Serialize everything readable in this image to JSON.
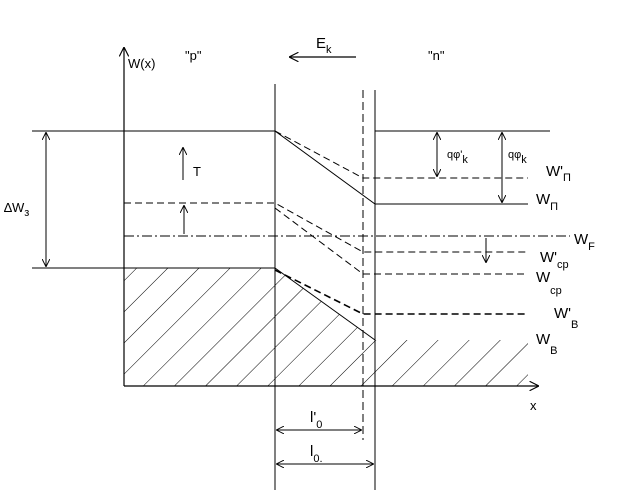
{
  "diagram": {
    "axis_w_label": "W(x)",
    "axis_x_label": "x",
    "region_p_label": "\"p\"",
    "region_n_label": "\"n\"",
    "field": {
      "base": "E",
      "sub": "k"
    },
    "delta_w": {
      "base": "∆W",
      "sub": "з"
    },
    "temp_label": "T",
    "q_phi_prime_k": {
      "base": "qφ'",
      "sub": "k"
    },
    "q_phi_k": {
      "base": "qφ",
      "sub": "k"
    },
    "levels": {
      "w_pi_prime": {
        "base": "W'",
        "sub": "П"
      },
      "w_pi": {
        "base": "W",
        "sub": "П"
      },
      "w_f": {
        "base": "W",
        "sub": "F"
      },
      "w_cp_prime": {
        "base": "W'",
        "sub": "cp"
      },
      "w_cp": {
        "base": "W",
        "sub": "cp"
      },
      "w_b_prime": {
        "base": "W'",
        "sub": "B"
      },
      "w_b": {
        "base": "W",
        "sub": "B"
      }
    },
    "width_l0_prime": {
      "base": "l'",
      "sub": "0"
    },
    "width_l0": {
      "base": "l",
      "sub": "0."
    }
  },
  "colors": {
    "line": "#000000",
    "background": "#ffffff"
  }
}
